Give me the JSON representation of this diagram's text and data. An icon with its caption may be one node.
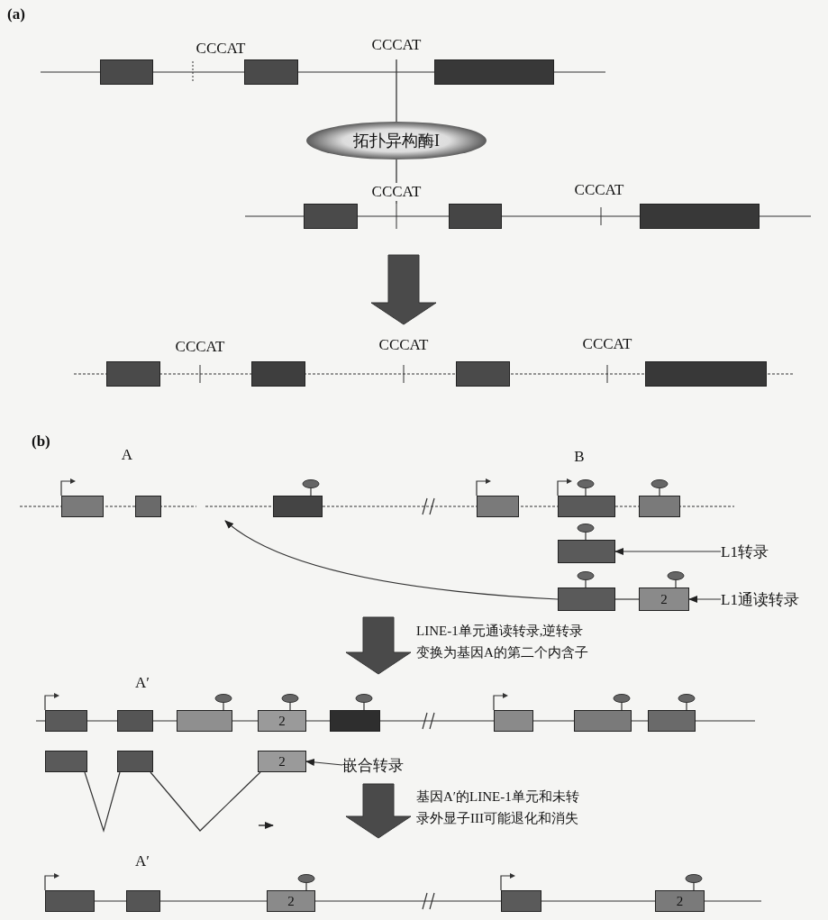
{
  "diagram": {
    "nodes": [
      {
        "text": [],
        "shape": "box"
      },
      {
        "text": [],
        "shape": "box"
      },
      {
        "text": [],
        "shape": "box"
      },
      {
        "text": [
          "拓扑异构酶I"
        ]
      },
      {
        "text": [],
        "shape": "box"
      },
      {
        "text": [],
        "shape": "box"
      },
      {
        "text": [],
        "shape": "box"
      },
      {
        "text": [],
        "shape": "box"
      },
      {
        "text": [],
        "shape": "box"
      },
      {
        "text": [],
        "shape": "box"
      },
      {
        "text": [],
        "shape": "box"
      },
      {
        "text": [],
        "shape": "box"
      },
      {
        "text": [],
        "shape": "box"
      },
      {
        "text": [],
        "shape": "box"
      },
      {
        "text": [],
        "shape": "box"
      },
      {
        "text": [],
        "shape": "box"
      },
      {
        "text": [],
        "shape": "box"
      },
      {
        "text": [],
        "shape": "box"
      },
      {
        "text": [
          "L1转录"
        ]
      },
      {
        "text": [],
        "shape": "box"
      },
      {
        "text": [
          "2"
        ]
      },
      {
        "text": [
          "L1通读转录"
        ]
      },
      {
        "text": [],
        "shape": "box"
      },
      {
        "text": [],
        "shape": "box"
      },
      {
        "text": [],
        "shape": "box"
      },
      {
        "text": [
          "2"
        ]
      },
      {
        "text": [],
        "shape": "box"
      },
      {
        "text": [],
        "shape": "box"
      },
      {
        "text": [],
        "shape": "box"
      },
      {
        "text": [],
        "shape": "box"
      },
      {
        "text": [],
        "shape": "box"
      },
      {
        "text": [],
        "shape": "box"
      },
      {
        "text": [
          "2"
        ]
      },
      {
        "text": [
          "嵌合转录"
        ]
      },
      {
        "text": [],
        "shape": "box"
      },
      {
        "text": [],
        "shape": "box"
      },
      {
        "text": [
          "2"
        ]
      },
      {
        "text": [],
        "shape": "box"
      },
      {
        "text": [
          "2"
        ]
      }
    ],
    "edges": [
      {
        "from": 18,
        "to": 17,
        "arrow": "to"
      },
      {
        "from": 19,
        "to": 20,
        "arrow": "none"
      },
      {
        "from": 21,
        "to": 20,
        "arrow": "to"
      },
      {
        "from": 19,
        "to": null,
        "arrow": "to"
      },
      {
        "from": 30,
        "to": 31,
        "arrow": "none"
      },
      {
        "from": 31,
        "to": 32,
        "arrow": "none"
      },
      {
        "from": 33,
        "to": 32,
        "arrow": "to"
      }
    ],
    "labels": [
      "(a)",
      "CCCAT",
      "CCCAT",
      "CCCAT",
      "CCCAT",
      "CCCAT",
      "CCCAT",
      "CCCAT",
      "(b)",
      "A",
      "B",
      "LINE-1单元通读转录,逆转录变换为基因A的第二个内含子",
      "A′",
      "基因A′的LINE-1单元和未转录外显子III可能退化和消失",
      "A′"
    ]
  }
}
